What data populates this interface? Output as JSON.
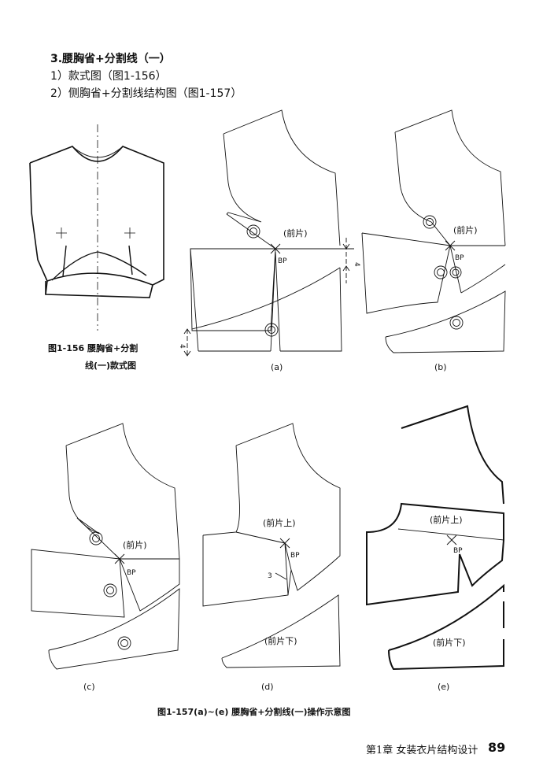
{
  "headings": {
    "section": "3.腰胸省+分割线（一）",
    "item1": "1）款式图（图1-156）",
    "item2": "2）侧胸省+分割线结构图（图1-157）"
  },
  "fig156": {
    "caption_line1": "图1-156  腰胸省+分割",
    "caption_line2": "线(一)款式图"
  },
  "panels": {
    "a": {
      "sub": "(a)",
      "front": "(前片)",
      "bp": "BP",
      "dim_right": "4",
      "dim_left": "4"
    },
    "b": {
      "sub": "(b)",
      "front": "(前片)",
      "bp": "BP"
    },
    "c": {
      "sub": "(c)",
      "front": "(前片)",
      "bp": "BP"
    },
    "d": {
      "sub": "(d)",
      "front_upper": "(前片上)",
      "bp": "BP",
      "dart_mark": "3",
      "front_lower": "(前片下)"
    },
    "e": {
      "sub": "(e)",
      "front_upper": "(前片上)",
      "bp": "BP",
      "front_lower": "(前片下)"
    }
  },
  "fig157": {
    "caption": "图1-157(a)~(e) 腰胸省+分割线(一)操作示意图"
  },
  "footer": {
    "chapter": "第1章   女装衣片结构设计",
    "page": "89"
  }
}
